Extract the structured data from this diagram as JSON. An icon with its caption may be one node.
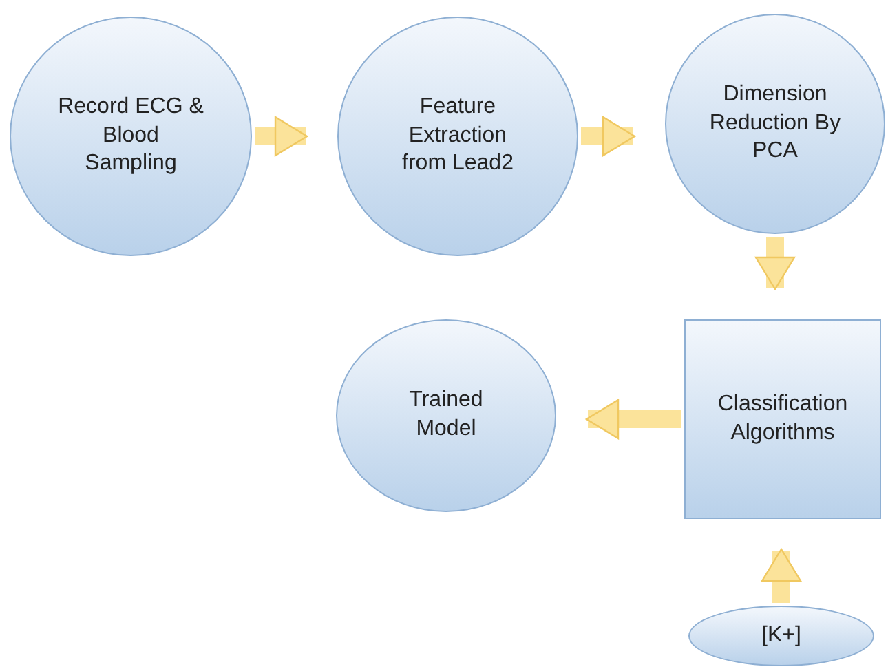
{
  "diagram": {
    "nodes": [
      {
        "text": [
          "Record ECG & Blood Sampling"
        ]
      },
      {
        "text": [
          "Feature Extraction from Lead2"
        ]
      },
      {
        "text": [
          "Dimension Reduction By PCA"
        ]
      },
      {
        "text": [
          "Classification Algorithms"
        ]
      },
      {
        "text": [
          "Trained Model"
        ]
      },
      {
        "text": [
          "[K+]"
        ]
      }
    ],
    "edges": [
      {
        "from": 0,
        "to": 1,
        "arrow": "to"
      },
      {
        "from": 1,
        "to": 2,
        "arrow": "to"
      },
      {
        "from": 2,
        "to": 3,
        "arrow": "to"
      },
      {
        "from": 3,
        "to": 4,
        "arrow": "to"
      },
      {
        "from": 5,
        "to": 3,
        "arrow": "to"
      }
    ]
  }
}
